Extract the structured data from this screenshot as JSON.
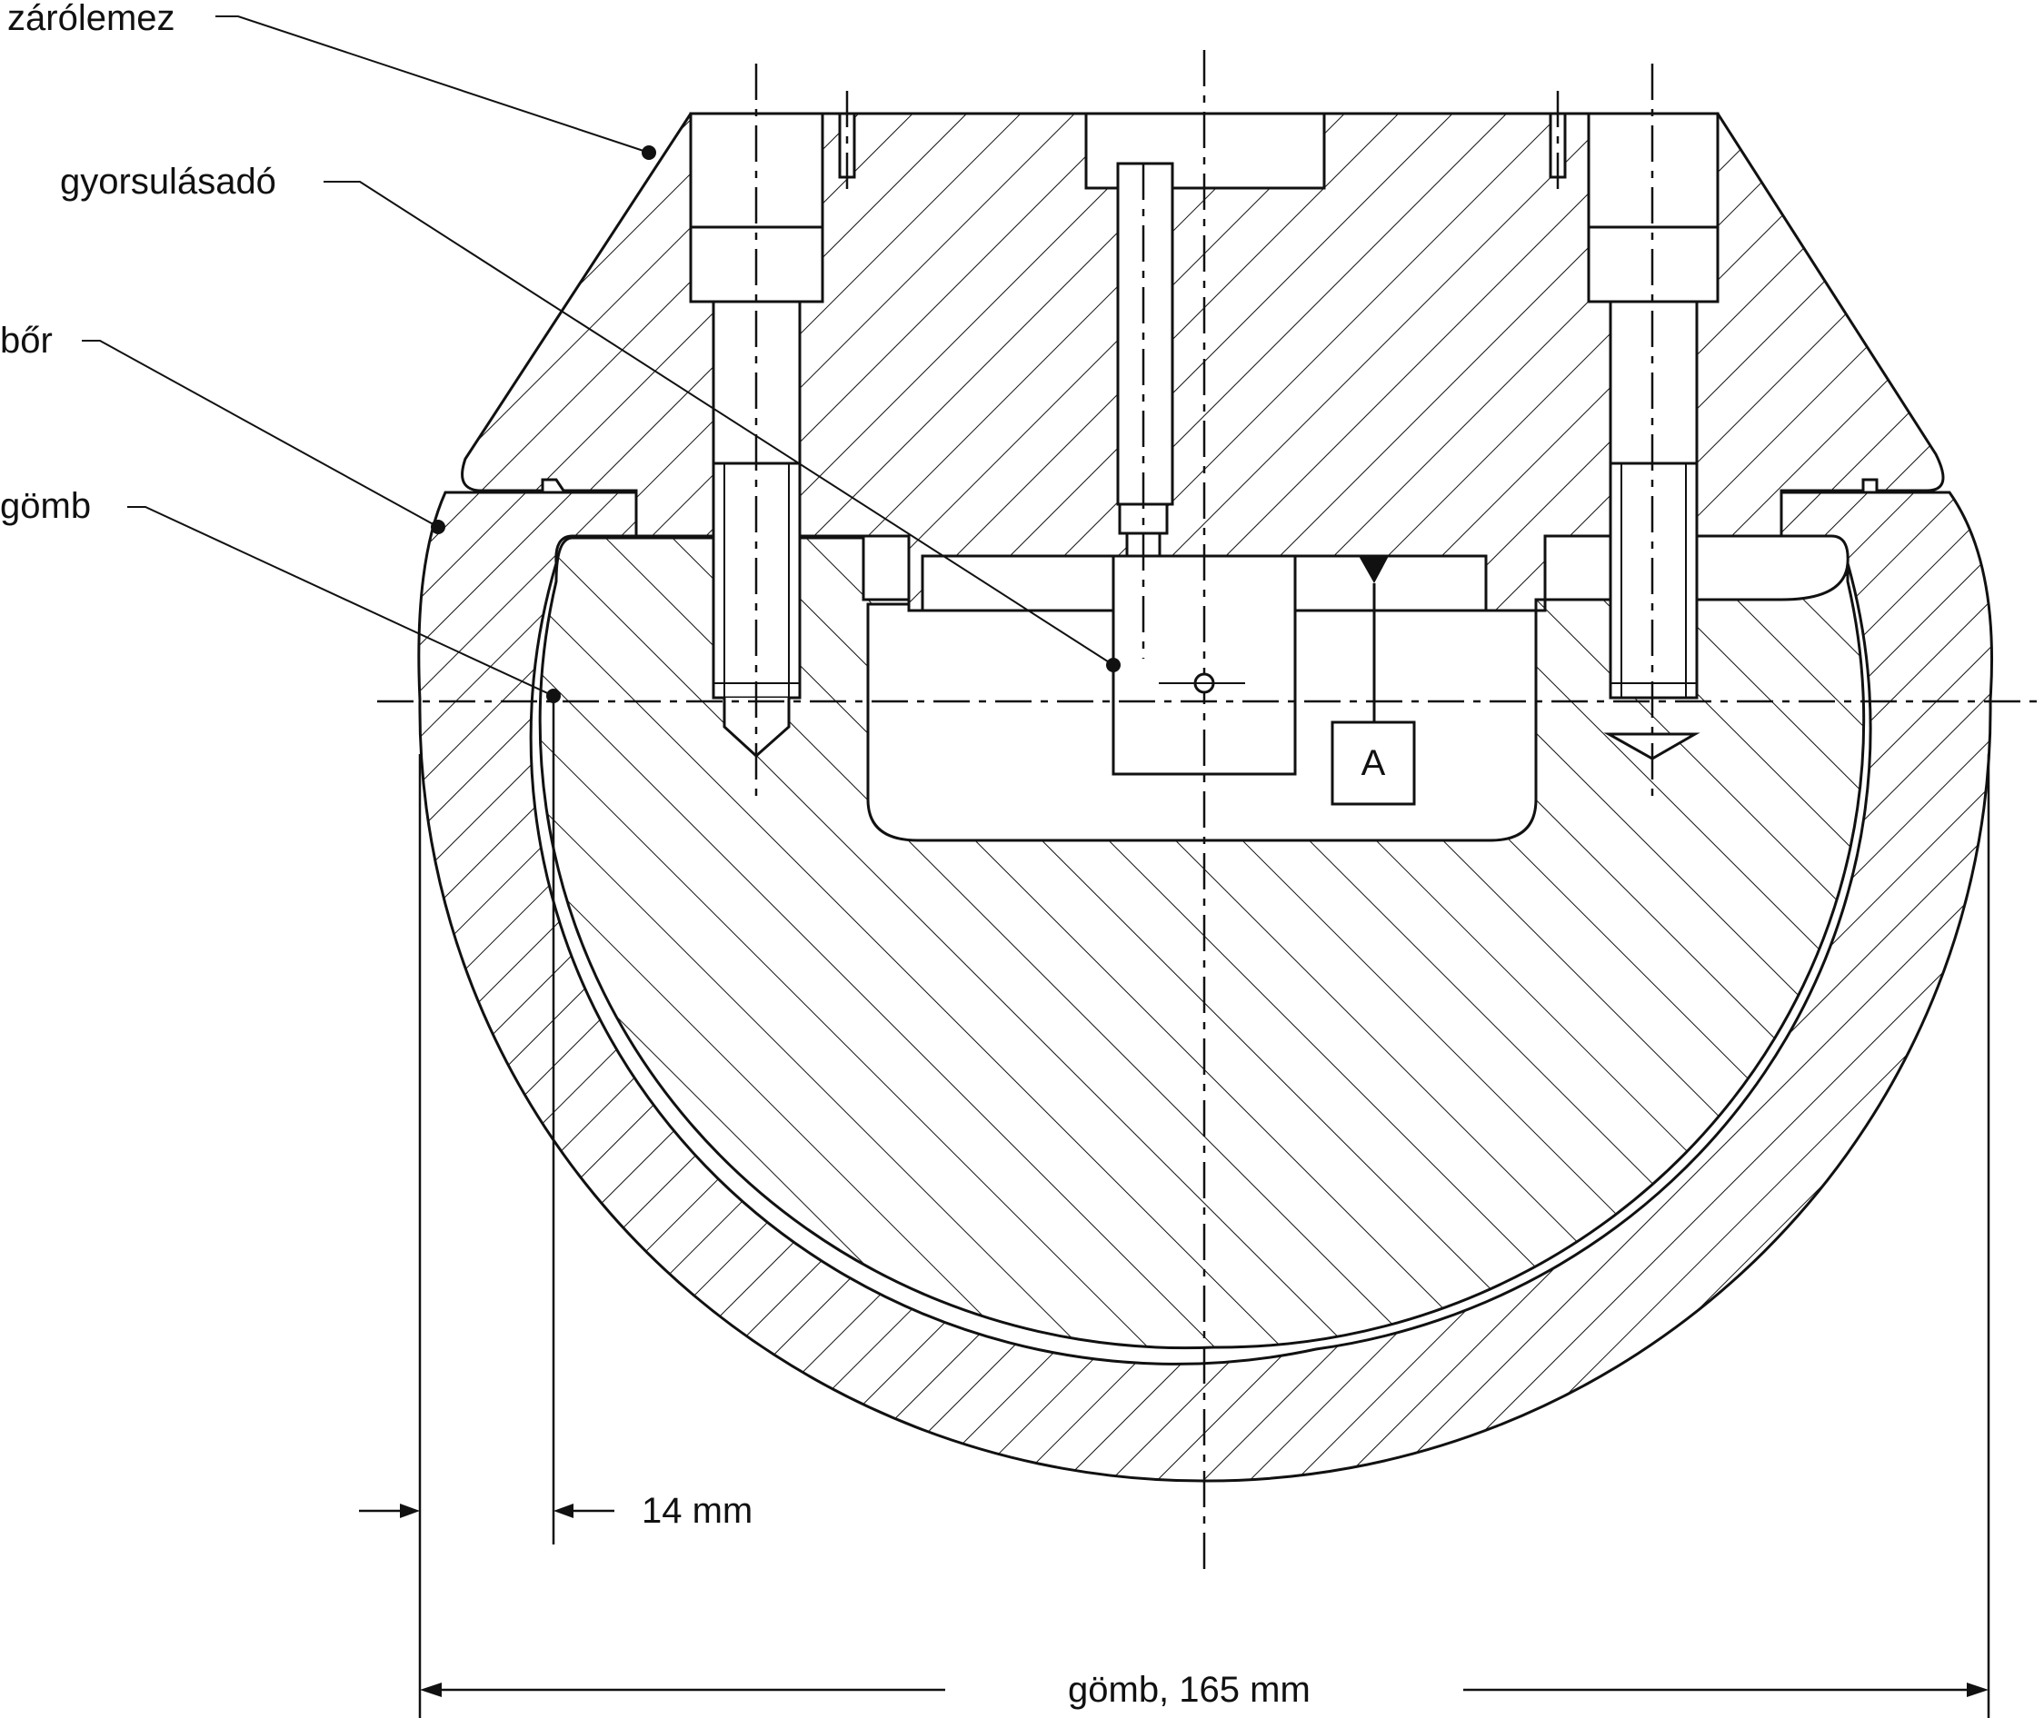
{
  "labels": {
    "zarolemez": "zárólemez",
    "gyorsulasado": "gyorsulásadó",
    "bor": "bőr",
    "gomb": "gömb"
  },
  "dimensions": {
    "thickness": "14 mm",
    "diameter": "gömb, 165 mm"
  },
  "datum": "A",
  "colors": {
    "ink": "#111111",
    "paper": "#ffffff"
  }
}
